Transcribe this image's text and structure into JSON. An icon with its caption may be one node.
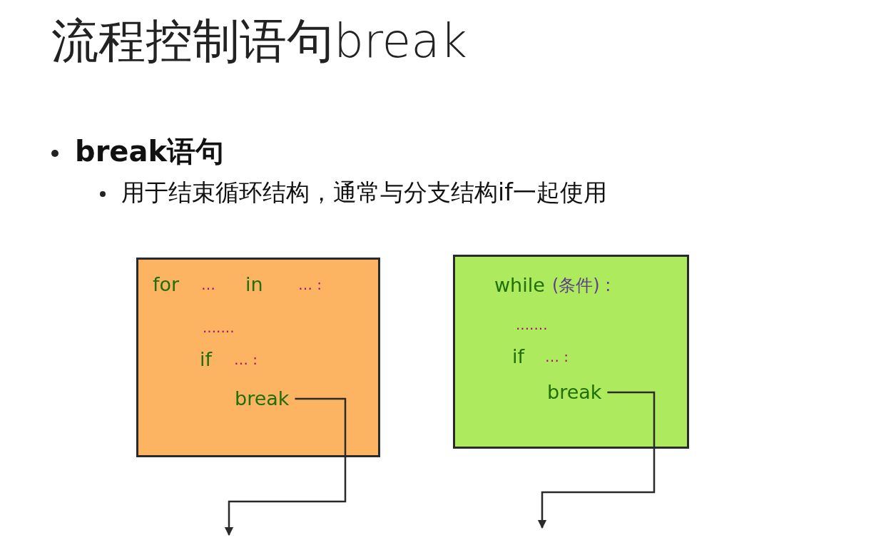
{
  "diagram": {
    "title": "流程控制语句break",
    "nodes": [
      {
        "text": [
          "for",
          "…",
          "in",
          "… :",
          ".......",
          "if",
          "… :"
        ]
      },
      {
        "text": [
          "break"
        ],
        "in": 0
      },
      {
        "text": [
          "while",
          "(条件) :",
          ".......",
          "if",
          "… :"
        ]
      },
      {
        "text": [
          "break"
        ],
        "in": 2
      }
    ],
    "edges": [
      {
        "from": 1,
        "to": null,
        "arrow": "to"
      },
      {
        "from": 3,
        "to": null,
        "arrow": "to"
      }
    ],
    "labels": [
      "break语句",
      "用于结束循环结构，通常与分支结构if一起使用"
    ]
  }
}
